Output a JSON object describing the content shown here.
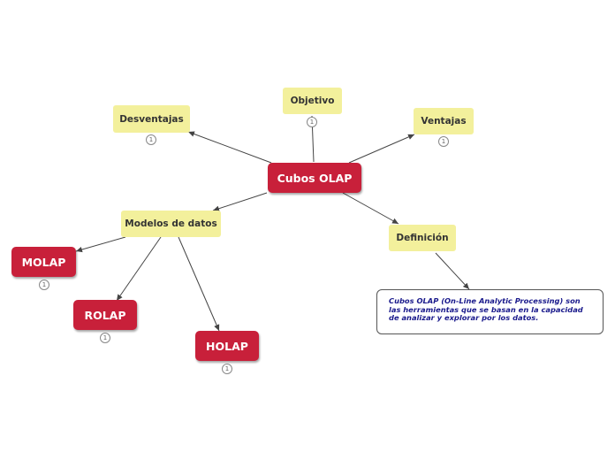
{
  "nodes": {
    "central": "Cubos OLAP",
    "objetivo": "Objetivo",
    "desventajas": "Desventajas",
    "ventajas": "Ventajas",
    "modelos": "Modelos de datos",
    "definicion": "Definición",
    "molap": "MOLAP",
    "rolap": "ROLAP",
    "holap": "HOLAP"
  },
  "badges": {
    "objetivo": "1",
    "desventajas": "1",
    "ventajas": "1",
    "molap": "1",
    "rolap": "1",
    "holap": "1"
  },
  "definition_text": "Cubos OLAP (On-Line Analytic Processing) son las herramientas que se basan en la capacidad de analizar y explorar por los datos.",
  "colors": {
    "main_topic": "#c8203a",
    "subtopic": "#f3f09c",
    "definition_text": "#1a1a8c",
    "connector": "#444444"
  }
}
